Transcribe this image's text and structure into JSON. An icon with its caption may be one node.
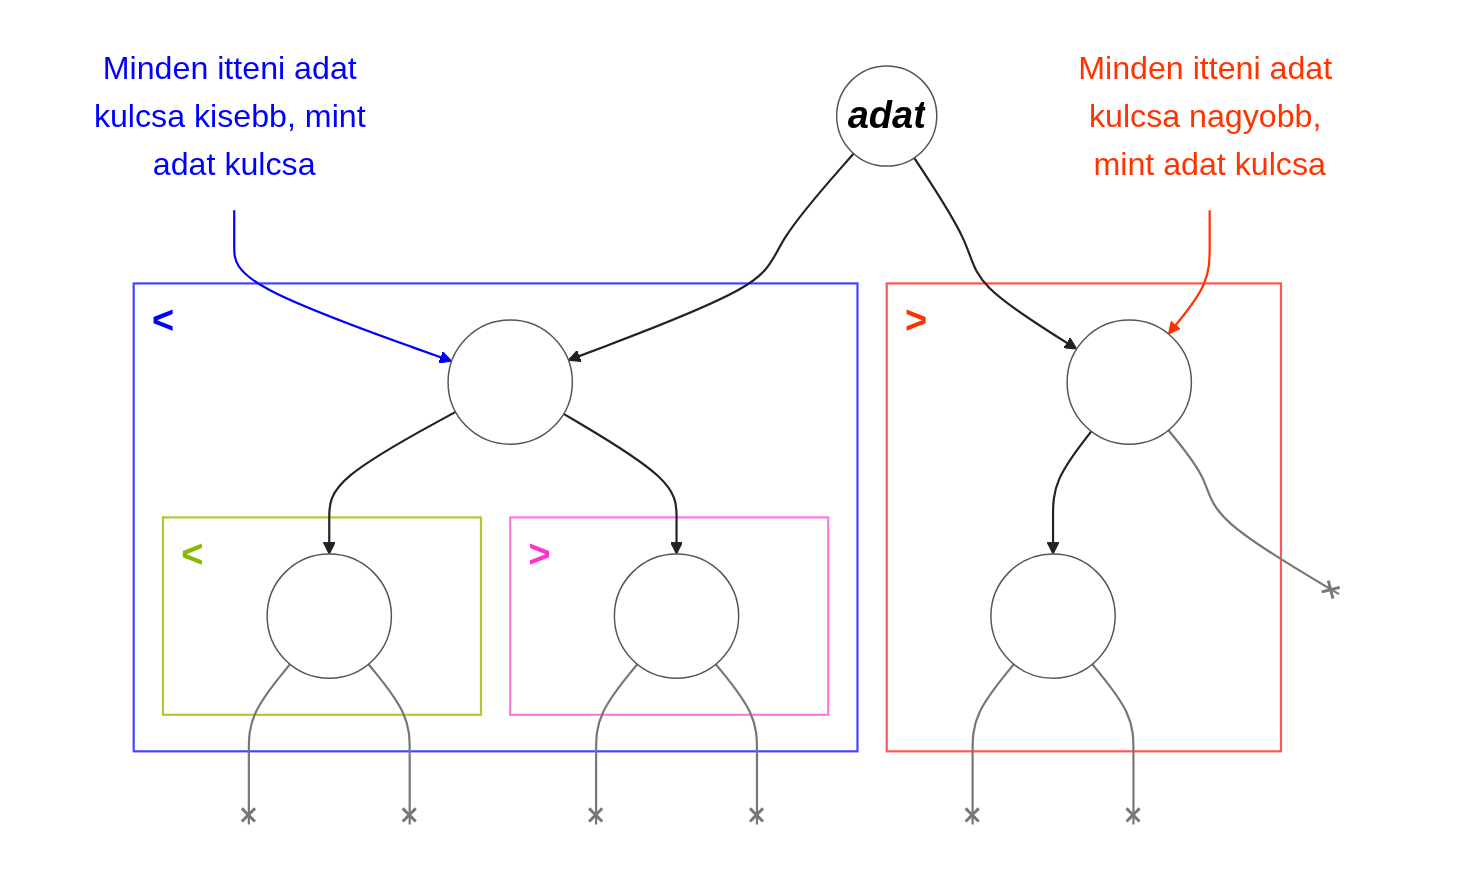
{
  "diagram": {
    "nodes": [
      {
        "text": [
          "Minden itteni adat kulcsa kisebb, mint adat kulcsa"
        ]
      },
      {
        "text": [
          "adat"
        ]
      },
      {
        "text": [
          "Minden itteni adat kulcsa nagyobb, mint adat kulcsa"
        ]
      },
      {
        "text": [
          "<"
        ]
      },
      {
        "text": [],
        "shape": "circle",
        "in": 3
      },
      {
        "text": [
          ">"
        ]
      },
      {
        "text": [],
        "shape": "circle",
        "in": 5
      },
      {
        "text": [
          "<"
        ],
        "in": 3
      },
      {
        "text": [],
        "shape": "circle",
        "in": 7
      },
      {
        "text": [
          ">"
        ],
        "in": 3
      },
      {
        "text": [],
        "shape": "circle",
        "in": 9
      },
      {
        "text": [],
        "shape": "circle",
        "in": 5
      }
    ],
    "edges": [
      {
        "from": 1,
        "to": 4,
        "arrow": "to"
      },
      {
        "from": 1,
        "to": 6,
        "arrow": "to"
      },
      {
        "from": 0,
        "to": 4,
        "arrow": "to",
        "color": "#0000ff"
      },
      {
        "from": 2,
        "to": 6,
        "arrow": "to",
        "color": "#ff3300"
      },
      {
        "from": 4,
        "to": 8,
        "arrow": "to"
      },
      {
        "from": 4,
        "to": 10,
        "arrow": "to"
      },
      {
        "from": 6,
        "to": 11,
        "arrow": "to"
      },
      {
        "from": 6,
        "to": null,
        "arrow": "other"
      },
      {
        "from": 8,
        "to": null,
        "arrow": "other"
      },
      {
        "from": 8,
        "to": null,
        "arrow": "other"
      },
      {
        "from": 10,
        "to": null,
        "arrow": "other"
      },
      {
        "from": 10,
        "to": null,
        "arrow": "other"
      },
      {
        "from": 11,
        "to": null,
        "arrow": "other"
      },
      {
        "from": 11,
        "to": null,
        "arrow": "other"
      }
    ]
  }
}
